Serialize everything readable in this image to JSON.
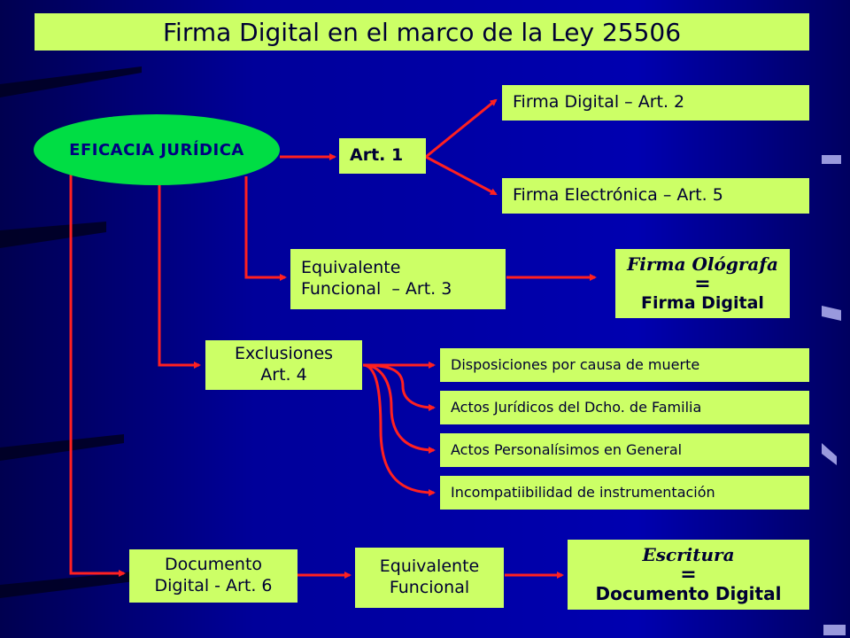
{
  "title": "Firma Digital en el marco de la Ley 25506",
  "colors": {
    "background": "#00008a",
    "box": "#ccff66",
    "ellipse": "#00dd44",
    "arrow": "#ff2020"
  },
  "nodes": {
    "eficacia": "EFICACIA JURÍDICA",
    "art1": "Art. 1",
    "firma_digital_art2": "Firma Digital – Art. 2",
    "firma_electronica_art5": "Firma Electrónica – Art. 5",
    "equivalente_art3": {
      "line1": "Equivalente",
      "line2": "Funcional  – Art. 3"
    },
    "olografa": {
      "top": "Firma Ológrafa",
      "eq": "=",
      "bottom": "Firma Digital"
    },
    "exclusiones": {
      "line1": "Exclusiones",
      "line2": "Art. 4"
    },
    "exclusion_items": [
      "Disposiciones por causa de muerte",
      "Actos Jurídicos del Dcho. de Familia",
      "Actos Personalísimos en General",
      "Incompatiibilidad de instrumentación"
    ],
    "documento_art6": {
      "line1": "Documento",
      "line2": "Digital - Art. 6"
    },
    "equivalente_funcional": {
      "line1": "Equivalente",
      "line2": "Funcional"
    },
    "escritura": {
      "top": "Escritura",
      "eq": "=",
      "bottom": "Documento Digital"
    }
  }
}
